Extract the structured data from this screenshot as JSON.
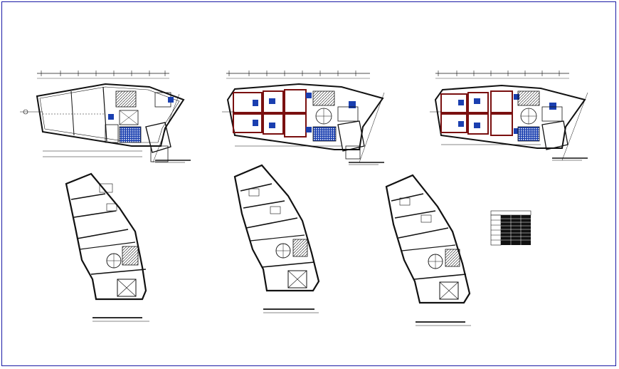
{
  "drawing": {
    "background": "#ffffff",
    "frame_color": "#1a1aa6",
    "line_color": "#111111",
    "wall_color": "#7a1010",
    "accent_color": "#1a3fb0"
  },
  "upper_plans": [
    {
      "name": "plan-level-1",
      "caption": ""
    },
    {
      "name": "plan-level-2",
      "caption": ""
    },
    {
      "name": "plan-level-3",
      "caption": ""
    }
  ],
  "lower_plans": [
    {
      "name": "plan-detail-a",
      "caption": ""
    },
    {
      "name": "plan-detail-b",
      "caption": ""
    },
    {
      "name": "plan-detail-c",
      "caption": ""
    }
  ],
  "legend_table": {
    "rows": 9,
    "cols": 4
  }
}
